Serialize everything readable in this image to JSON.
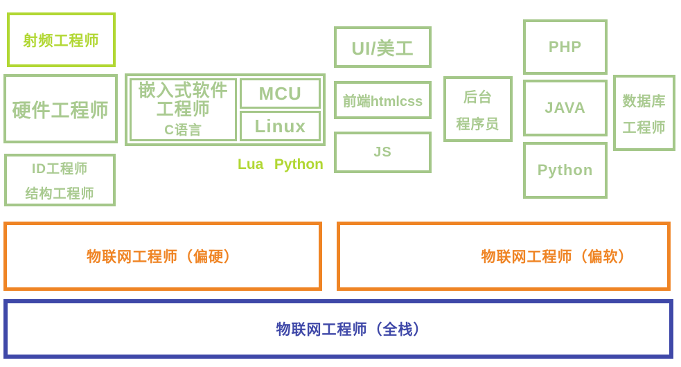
{
  "palette": {
    "muted_green": "#a4c789",
    "muted_green_text": "#a9ca90",
    "bright_green": "#b1d733",
    "orange": "#ef8424",
    "blue": "#3f48a8"
  },
  "hardware_track": {
    "rf_engineer": "射频工程师",
    "hardware_engineer": "硬件工程师",
    "id_engineer": {
      "line1": "ID工程师",
      "line2": "结构工程师"
    },
    "embedded": {
      "title_line1": "嵌入式软件",
      "title_line2": "工程师",
      "language": "C语言",
      "mcu": "MCU",
      "linux": "Linux"
    },
    "scripting": {
      "lua": "Lua",
      "python": "Python"
    }
  },
  "software_track": {
    "ui_artist": "UI/美工",
    "frontend": "前端htmlcss",
    "js": "JS",
    "backend": {
      "line1": "后台",
      "line2": "程序员"
    },
    "php": "PHP",
    "java": "JAVA",
    "python": "Python",
    "database": {
      "line1": "数据库",
      "line2": "工程师"
    }
  },
  "bands": {
    "iot_hardware": "物联网工程师（偏硬）",
    "iot_software": "物联网工程师（偏软）",
    "iot_fullstack": "物联网工程师（全栈）"
  }
}
